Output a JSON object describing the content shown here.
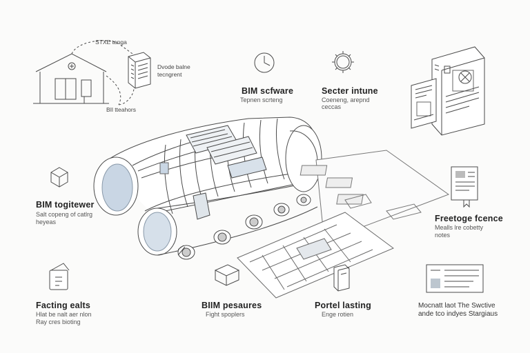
{
  "top_left": {
    "top_label": "STXE tanga",
    "side_title": "Dvode balne",
    "side_sub": "tecngrent",
    "bottom_label": "BIl tteahors"
  },
  "top_center": {
    "title": "BIM scfware",
    "sub": "Tepnen scrteng"
  },
  "top_right": {
    "title": "Secter intune",
    "sub": "Coeneng, arepnd",
    "sub2": "ceccas"
  },
  "mid_left": {
    "title": "BIM togitewer",
    "sub1": "Salt copeng of catlrg",
    "sub2": "heyeas"
  },
  "mid_right": {
    "title": "Freetoge fcence",
    "sub1": "Mealls  lre cobetty",
    "sub2": "notes"
  },
  "bottom_left": {
    "title": "Facting ealts",
    "sub1": "Hlat be nalt aer nlon",
    "sub2": "Ray cres bioting"
  },
  "bottom_center": {
    "title": "BIIM pesaures",
    "sub": "Fight spoplers"
  },
  "bottom_center_right": {
    "title": "Portel lasting",
    "sub": "Enge rotien"
  },
  "bottom_right": {
    "title": "Mocnatt laot The Swctive",
    "sub": "ande tco indyes Stargiaus"
  },
  "icons": [
    "house-icon",
    "stack-document-icon",
    "clock-icon",
    "gear-icon",
    "documents-icon",
    "cube-icon",
    "report-icon",
    "clipboard-icon",
    "box-icon",
    "book-icon",
    "card-icon"
  ]
}
